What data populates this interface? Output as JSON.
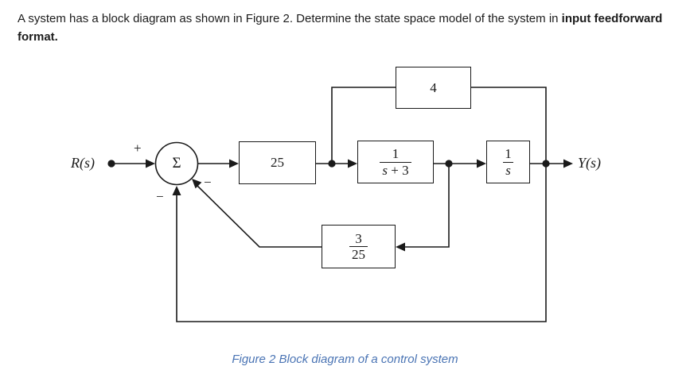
{
  "question": {
    "normal": "A system has a block diagram as shown in Figure 2. Determine the state space model of the system in ",
    "bold": "input feedforward format."
  },
  "caption": "Figure 2 Block diagram of a control system",
  "colors": {
    "caption_blue": "#4a74b4",
    "line_black": "#1a1a1a"
  },
  "diagram": {
    "input_label": "R(s)",
    "output_label": "Y(s)",
    "summer": {
      "symbol": "Σ",
      "sign_input": "+",
      "sign_outer_feedback": "−",
      "sign_inner_feedback": "−"
    },
    "blocks": {
      "gain25": {
        "label": "25"
      },
      "gain4": {
        "label": "4"
      },
      "plant": {
        "num": "1",
        "den_var": "s",
        "den_rest": " + 3"
      },
      "integrator": {
        "num": "1",
        "den_var": "s"
      },
      "feedback": {
        "num": "3",
        "den": "25"
      }
    }
  }
}
